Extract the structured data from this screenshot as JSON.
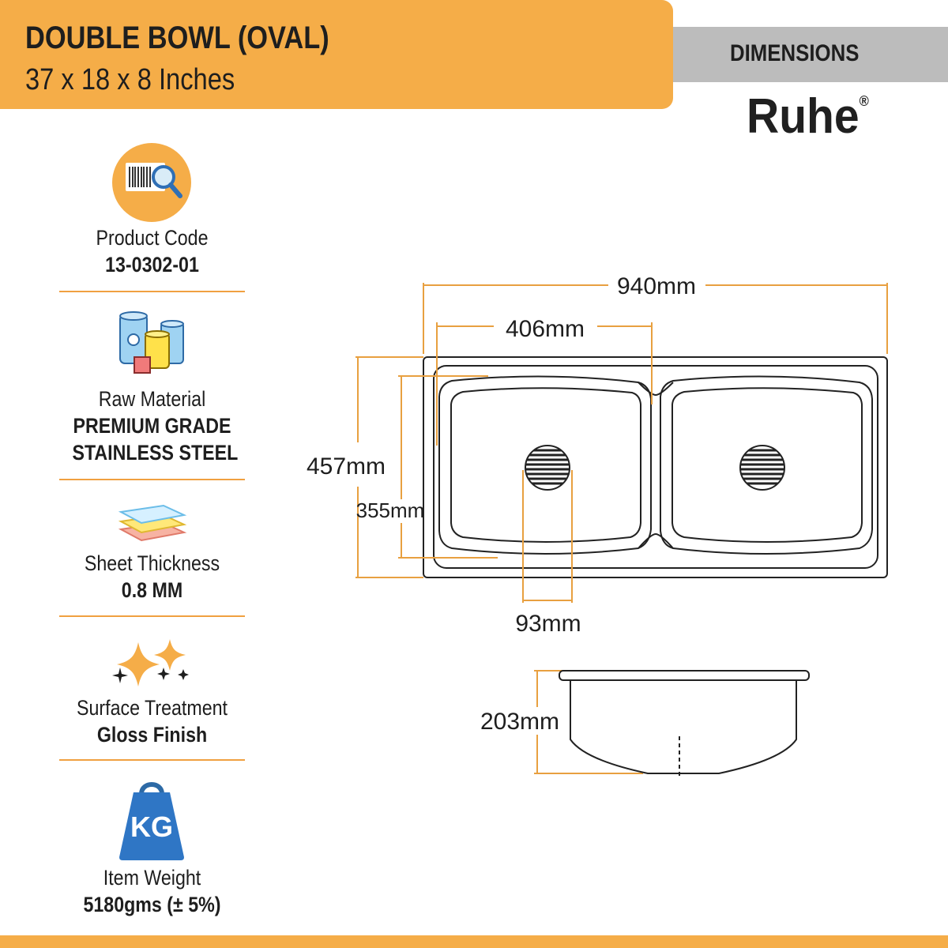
{
  "header": {
    "title": "DOUBLE BOWL (OVAL)",
    "subtitle": "37 x 18 x 8 Inches",
    "section_tab": "DIMENSIONS",
    "brand": "Ruhe",
    "brand_mark": "®"
  },
  "specs": [
    {
      "label": "Product Code",
      "value": "13-0302-01",
      "icon": "barcode-magnifier-icon"
    },
    {
      "label": "Raw Material",
      "value": "PREMIUM GRADE",
      "value2": "STAINLESS STEEL",
      "icon": "material-canisters-icon"
    },
    {
      "label": "Sheet Thickness",
      "value": "0.8 MM",
      "icon": "stacked-sheets-icon"
    },
    {
      "label": "Surface Treatment",
      "value": "Gloss Finish",
      "icon": "sparkle-icon"
    },
    {
      "label": "Item Weight",
      "value": "5180gms (± 5%)",
      "icon": "kg-weight-icon",
      "icon_text": "KG"
    }
  ],
  "dimensions": {
    "overall_width": "940mm",
    "bowl_width": "406mm",
    "overall_depth": "457mm",
    "bowl_depth": "355mm",
    "drain_diameter": "93mm",
    "bowl_height": "203mm"
  },
  "colors": {
    "accent": "#f5ad48",
    "dimension_line": "#e8a040",
    "tab_gray": "#bcbcbc",
    "text": "#1e1e1e"
  }
}
